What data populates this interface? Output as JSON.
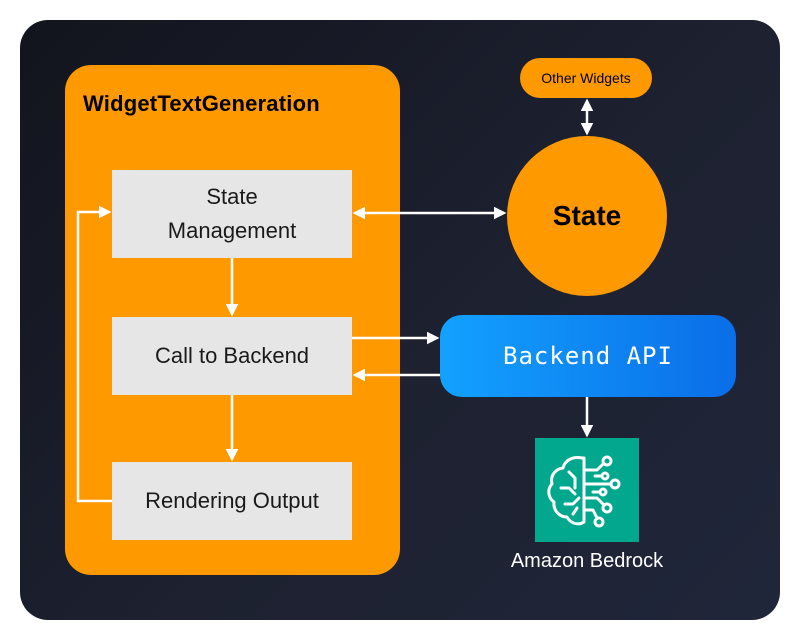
{
  "widget_panel": {
    "title": "WidgetTextGeneration"
  },
  "steps": {
    "state_management": "State Management",
    "call_to_backend": "Call to Backend",
    "rendering_output": "Rendering Output"
  },
  "state": {
    "label": "State"
  },
  "other_widgets": {
    "label": "Other Widgets"
  },
  "backend_api": {
    "label": "Backend API"
  },
  "bedrock": {
    "label": "Amazon Bedrock",
    "icon": "bedrock-brain-circuit-icon"
  },
  "colors": {
    "background": "#1a1e2b",
    "orange": "#ff9900",
    "step_box": "#e6e6e6",
    "api_blue_start": "#13a1ff",
    "api_blue_end": "#0a6ee8",
    "bedrock_green": "#01a88d",
    "arrow": "#ffffff"
  }
}
